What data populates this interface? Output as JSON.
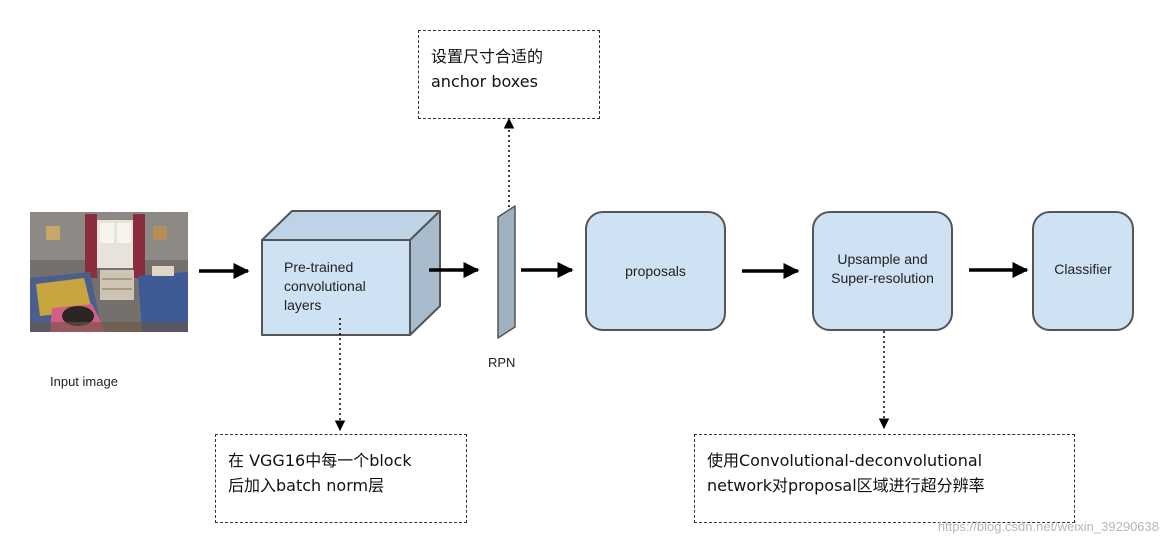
{
  "input": {
    "image_name": "bedroom-photo",
    "label": "Input image"
  },
  "cnn": {
    "label": "Pre-trained\nconvolutional\nlayers"
  },
  "rpn": {
    "label": "RPN"
  },
  "proposals": {
    "label": "proposals"
  },
  "upsample": {
    "label": "Upsample and\nSuper-resolution"
  },
  "classifier": {
    "label": "Classifier"
  },
  "notes": {
    "anchor": {
      "line1": "设置尺寸合适的",
      "line2": "anchor boxes"
    },
    "vgg": {
      "line1": "在 VGG16中每一个block",
      "line2": "后加入batch norm层"
    },
    "deconv": {
      "line1": "使用Convolutional-deconvolutional",
      "line2": "network对proposal区域进行超分辨率"
    }
  },
  "watermark": "https://blog.csdn.net/weixin_39290638",
  "colors": {
    "block_fill": "#cfe2f3",
    "cube_side": "#a9bccd",
    "cube_top": "#bfd3e6",
    "rpn_fill": "#9fb0c0",
    "stroke": "#555555",
    "arrow": "#000000"
  }
}
